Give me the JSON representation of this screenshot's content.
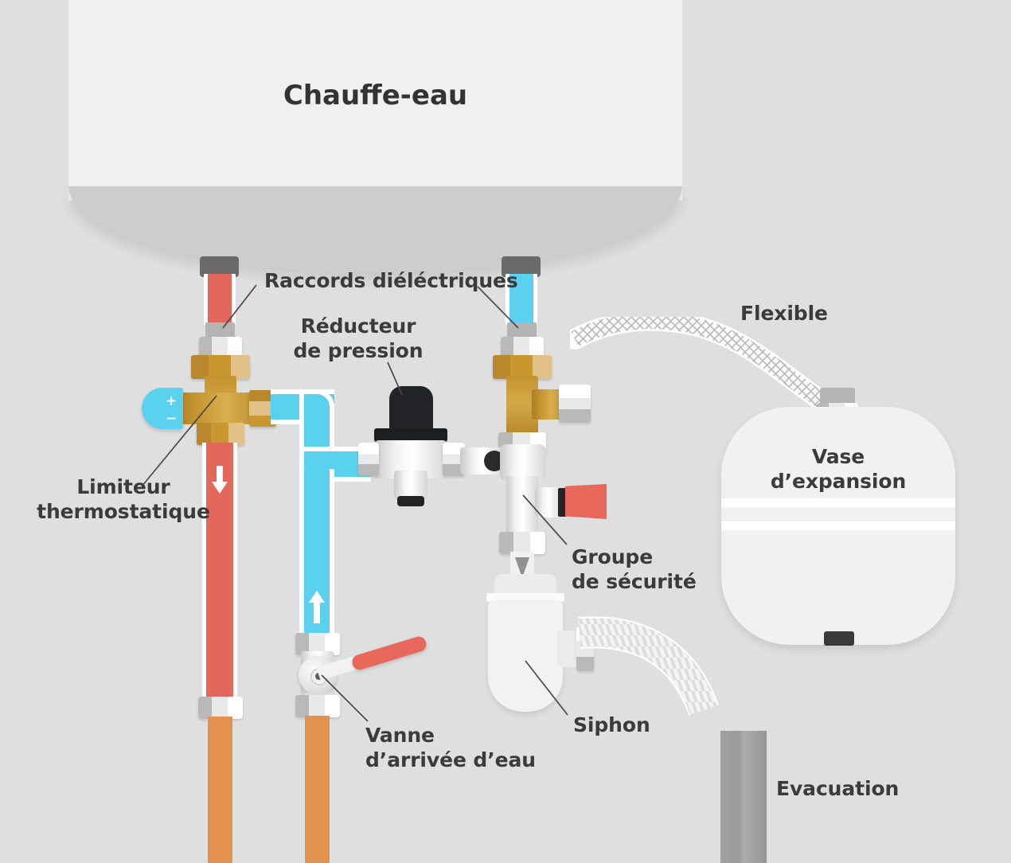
{
  "diagram": {
    "title": "Chauffe-eau",
    "background_color": "#dfdfdf",
    "language": "fr"
  },
  "heater": {
    "label": "Chauffe-eau",
    "body_color": "#f0f0f0",
    "skirt_color": "#cdcdcd"
  },
  "labels": {
    "dielectric_unions": "Raccords diéléctriques",
    "pressure_reducer": "Réducteur\nde pression",
    "thermostatic_limiter": "Limiteur\nthermostatique",
    "safety_group": "Groupe\nde sécurité",
    "flexible_hose": "Flexible",
    "expansion_vessel": "Vase\nd’expansion",
    "water_inlet_valve": "Vanne\nd’arrivée d’eau",
    "siphon": "Siphon",
    "evacuation": "Evacuation"
  },
  "knob": {
    "plus": "+",
    "minus": "−",
    "color": "#5ad2ef"
  },
  "colors": {
    "hot_water_pipe": "#e2685c",
    "cold_water_pipe": "#5ad2ef",
    "copper_pipe": "#e3914f",
    "brass_fitting": "#c79731",
    "white_fitting": "#f3f3f3",
    "gray_cap": "#6a6a6a",
    "red_handle": "#e8695c",
    "evacuation_pipe": "#9a9a9a",
    "label_text": "#3b3b3b"
  },
  "components": [
    {
      "name": "chauffe-eau",
      "type": "appliance"
    },
    {
      "name": "raccords-dielectriques",
      "type": "fitting",
      "count": 2
    },
    {
      "name": "limiteur-thermostatique",
      "type": "valve"
    },
    {
      "name": "reducteur-de-pression",
      "type": "valve"
    },
    {
      "name": "groupe-de-securite",
      "type": "valve"
    },
    {
      "name": "vase-d-expansion",
      "type": "tank"
    },
    {
      "name": "flexible",
      "type": "hose"
    },
    {
      "name": "vanne-d-arrivee-d-eau",
      "type": "valve"
    },
    {
      "name": "siphon",
      "type": "drain"
    },
    {
      "name": "evacuation",
      "type": "drain"
    }
  ]
}
